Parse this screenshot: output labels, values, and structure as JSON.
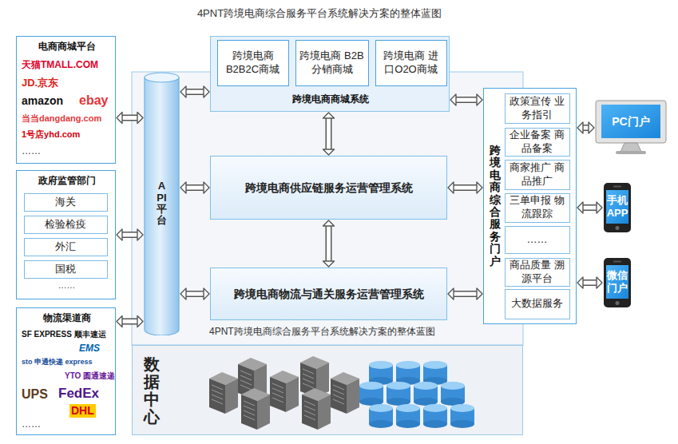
{
  "diagram": {
    "title": "4PNT跨境电商综合服务平台系统解决方案的整体蓝图",
    "nodes": [
      {
        "text": [
          "电商商城平台",
          "天猫TMALL.COM",
          "JD.京东",
          "amazon",
          "ebay",
          "当当dangdang.com",
          "1号店yhd.com",
          "……"
        ]
      },
      {
        "text": [
          "政府监管部门",
          "……"
        ]
      },
      {
        "text": [
          "海关"
        ],
        "in": 1
      },
      {
        "text": [
          "检验检疫"
        ],
        "in": 1
      },
      {
        "text": [
          "外汇"
        ],
        "in": 1
      },
      {
        "text": [
          "国税"
        ],
        "in": 1
      },
      {
        "text": [
          "物流渠道商",
          "SF EXPRESS 顺丰速运",
          "EMS",
          "sto 申通快递 express",
          "YTO 圆通速递",
          "UPS",
          "FedEx",
          "DHL",
          "……"
        ]
      },
      {
        "text": [
          "跨境电商商城系统"
        ]
      },
      {
        "text": [
          "跨境电商 B2B2C商城"
        ],
        "in": 7
      },
      {
        "text": [
          "跨境电商 B2B分销商城"
        ],
        "in": 7
      },
      {
        "text": [
          "跨境电商 进口O2O商城"
        ],
        "in": 7
      },
      {
        "text": [
          "API平台"
        ]
      },
      {
        "text": [
          "跨境电商供应链服务运营管理系统"
        ]
      },
      {
        "text": [
          "跨境电商物流与通关服务运营管理系统"
        ]
      },
      {
        "text": [
          "跨境电商综合服务门户"
        ]
      },
      {
        "text": [
          "政策宣传 业务指引"
        ],
        "in": 14
      },
      {
        "text": [
          "企业备案 商品备案"
        ],
        "in": 14
      },
      {
        "text": [
          "商家推广 商品推广"
        ],
        "in": 14
      },
      {
        "text": [
          "三单申报 物流跟踪"
        ],
        "in": 14
      },
      {
        "text": [
          "……"
        ],
        "in": 14
      },
      {
        "text": [
          "商品质量 溯源平台"
        ],
        "in": 14
      },
      {
        "text": [
          "大数据服务"
        ],
        "in": 14
      },
      {
        "text": [
          "数据中心"
        ]
      },
      {
        "text": [
          "PC门户"
        ]
      },
      {
        "text": [
          "手机APP"
        ]
      },
      {
        "text": [
          "微信门户"
        ]
      }
    ],
    "edges": [
      {
        "from": 0,
        "to": 11,
        "arrow": "both"
      },
      {
        "from": 1,
        "to": 11,
        "arrow": "both"
      },
      {
        "from": 6,
        "to": 11,
        "arrow": "both"
      },
      {
        "from": 11,
        "to": 7,
        "arrow": "both"
      },
      {
        "from": 11,
        "to": 12,
        "arrow": "both"
      },
      {
        "from": 11,
        "to": 13,
        "arrow": "both"
      },
      {
        "from": 7,
        "to": 12,
        "arrow": "both"
      },
      {
        "from": 12,
        "to": 13,
        "arrow": "both"
      },
      {
        "from": 7,
        "to": 14,
        "arrow": "both"
      },
      {
        "from": 12,
        "to": 14,
        "arrow": "both"
      },
      {
        "from": 13,
        "to": 14,
        "arrow": "both"
      },
      {
        "from": 14,
        "to": 23,
        "arrow": "both"
      },
      {
        "from": 14,
        "to": 24,
        "arrow": "both"
      },
      {
        "from": 14,
        "to": 25,
        "arrow": "both"
      }
    ],
    "labels": [
      "4PNT跨境电商综合服务平台系统解决方案的整体蓝图"
    ]
  }
}
